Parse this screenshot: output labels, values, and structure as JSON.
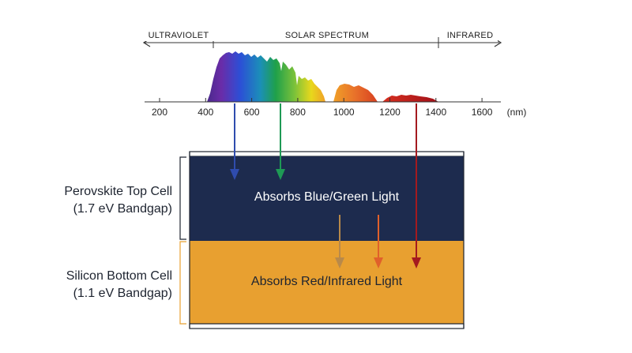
{
  "spectrum": {
    "band_left_label": "ULTRAVIOLET",
    "band_center_label": "SOLAR SPECTRUM",
    "band_right_label": "INFRARED",
    "axis_unit": "(nm)",
    "axis_ticks": [
      "200",
      "400",
      "600",
      "800",
      "1000",
      "1200",
      "1400",
      "1600"
    ],
    "colors": {
      "violet": "#6a2ca8",
      "blue": "#2c4fd6",
      "green": "#1fa04a",
      "yellow": "#e8d81c",
      "orange": "#f0892a",
      "red": "#c8141c"
    }
  },
  "cells": {
    "top": {
      "title": "Perovskite Top Cell",
      "subtitle": "(1.7 eV Bandgap)",
      "caption": "Absorbs Blue/Green Light",
      "color": "#1d2b4e"
    },
    "bottom": {
      "title": "Silicon Bottom Cell",
      "subtitle": "(1.1 eV Bandgap)",
      "caption": "Absorbs Red/Infrared Light",
      "color": "#e8a030"
    }
  },
  "arrows": {
    "blue": "#2f4cae",
    "green": "#1e9a55",
    "dark_red": "#a41a1f",
    "tan": "#b8894a",
    "orange_red": "#e0602a"
  }
}
